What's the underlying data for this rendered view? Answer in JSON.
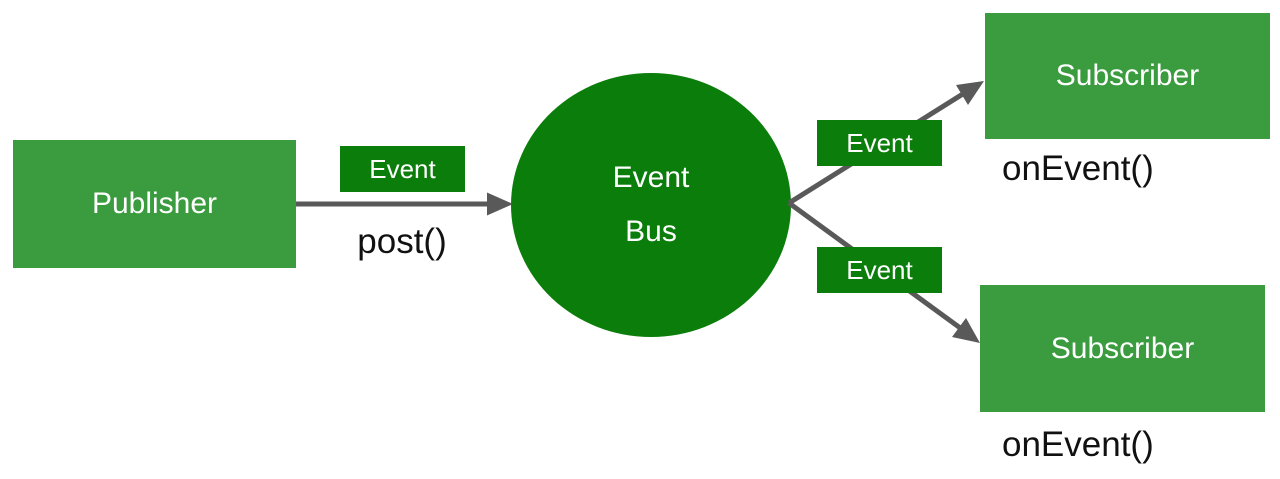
{
  "publisher": {
    "label": "Publisher",
    "method_label": "post()"
  },
  "event_bus": {
    "label_line1": "Event",
    "label_line2": "Bus"
  },
  "event_badges": [
    {
      "label": "Event"
    },
    {
      "label": "Event"
    },
    {
      "label": "Event"
    }
  ],
  "subscribers": [
    {
      "label": "Subscriber",
      "method_label": "onEvent()"
    },
    {
      "label": "Subscriber",
      "method_label": "onEvent()"
    }
  ],
  "colors": {
    "node_green": "#3A9C3E",
    "accent_dark_green": "#0A7D0A",
    "arrow_gray": "#595959",
    "method_text": "#111111"
  }
}
